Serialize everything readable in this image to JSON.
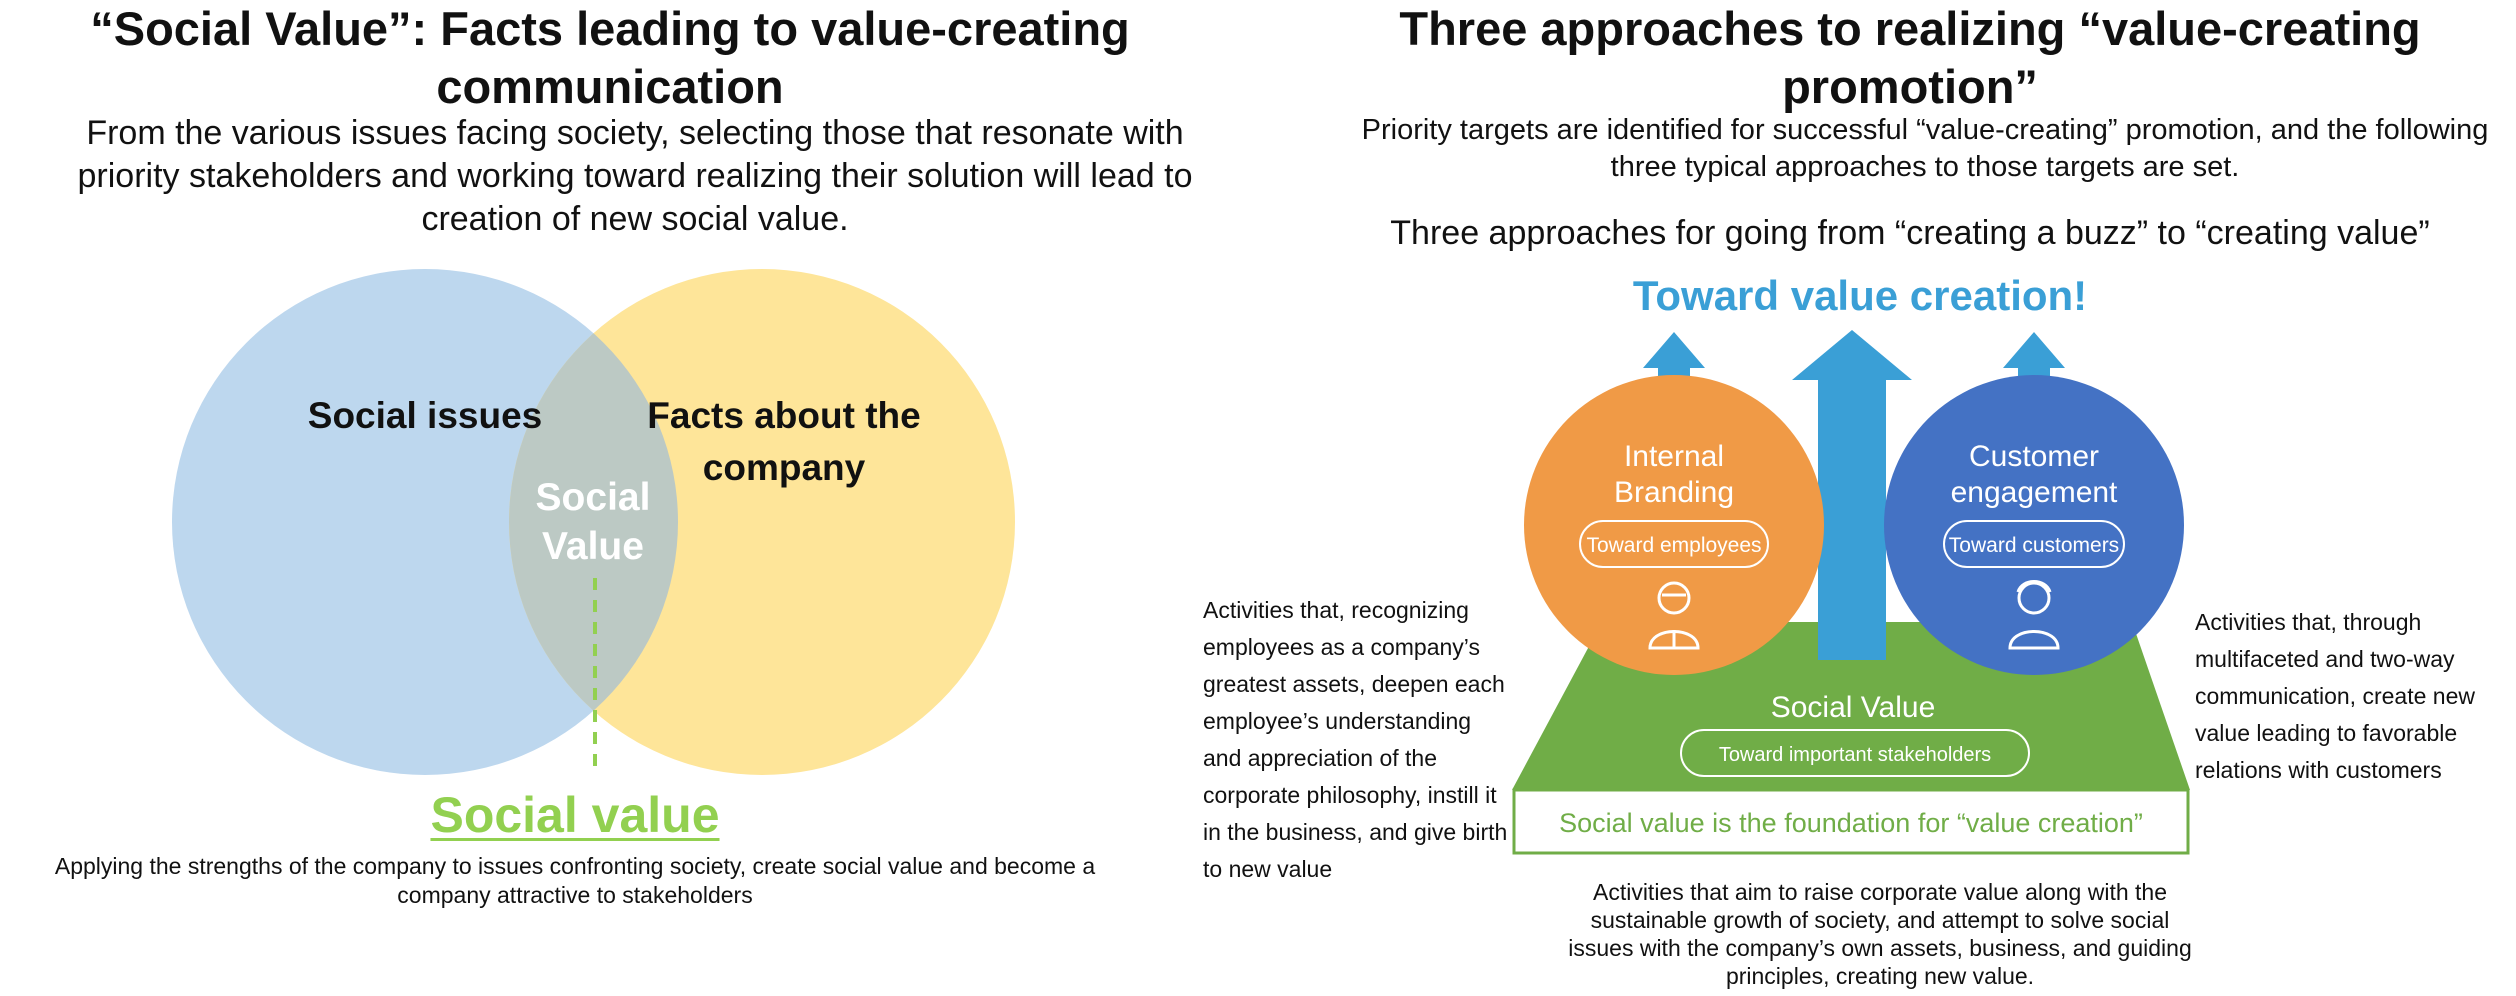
{
  "left": {
    "title": "“Social Value”: Facts leading to value-creating communication",
    "intro": "From the various issues facing society, selecting those that resonate with priority stakeholders and working toward realizing their solution will lead to creation of new social value.",
    "venn": {
      "left_label": "Social issues",
      "right_label_line1": "Facts about the",
      "right_label_line2": "company",
      "overlap_line1": "Social",
      "overlap_line2": "Value",
      "colors": {
        "left_circle": "#bdd7ee",
        "right_circle": "#fee599",
        "overlap": "#bcc9c4",
        "accent": "#92d050"
      }
    },
    "result_title": "Social value",
    "result_desc": "Applying the strengths of the company to issues confronting society, create social value and become a company attractive to stakeholders"
  },
  "right": {
    "title": "Three approaches to realizing “value-creating promotion”",
    "intro": "Priority targets are identified for successful “value-creating” promotion, and the following three typical approaches to those targets are set.",
    "subtitle": "Three approaches for going from “creating a buzz” to “creating value”",
    "banner": "Toward value creation!",
    "internal": {
      "line1": "Internal",
      "line2": "Branding",
      "tag": "Toward employees",
      "icon": "employee-icon"
    },
    "customer": {
      "line1": "Customer",
      "line2": "engagement",
      "tag": "Toward customers",
      "icon": "customer-icon"
    },
    "base": {
      "title": "Social Value",
      "tag": "Toward important stakeholders"
    },
    "foundation": "Social value is the foundation for “value creation”",
    "left_text": "Activities that, recognizing employees as a company’s greatest assets, deepen each employee’s understanding and appreciation of the corporate philosophy, instill it in the business, and give birth to new value",
    "right_text": "Activities that, through multifaceted and two-way communication, create new value leading to favorable relations with customers",
    "bottom_text": "Activities that aim to raise corporate value along with the sustainable growth of society, and attempt to solve social issues with the company’s own assets, business, and guiding principles, creating new value.",
    "colors": {
      "orange": "#f09a46",
      "blue": "#4472c4",
      "green": "#70ad47",
      "arrow": "#3a9fd6",
      "banner": "#3a9fd6"
    }
  }
}
